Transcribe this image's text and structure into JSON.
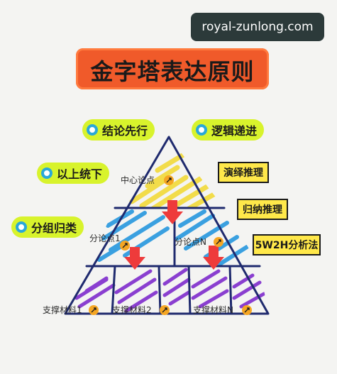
{
  "watermark": "royal-zunlong.com",
  "title": "金字塔表达原则",
  "principles": {
    "conclusion_first": "结论先行",
    "top_down": "以上统下",
    "grouping": "分组归类",
    "logical_progression": "逻辑递进"
  },
  "methods": {
    "deduction": "演绎推理",
    "induction": "归纳推理",
    "five_w_two_h": "5W2H分析法"
  },
  "pyramid": {
    "central_point": "中心论点",
    "sub_point_1": "分论点1",
    "sub_point_n": "分论点N",
    "support_1": "支撑材料1",
    "support_2": "支撑材料2",
    "support_n": "支撑材料N"
  },
  "colors": {
    "title_bg": "#f05a2a",
    "pill_bg": "#d8f32c",
    "tag_bg": "#ffe84a",
    "top_hatch": "#f2dc4a",
    "middle_hatch": "#3aa0e0",
    "bottom_hatch": "#8a3fd0",
    "arrow": "#ee3b3b",
    "link_icon": "#f5a623"
  }
}
